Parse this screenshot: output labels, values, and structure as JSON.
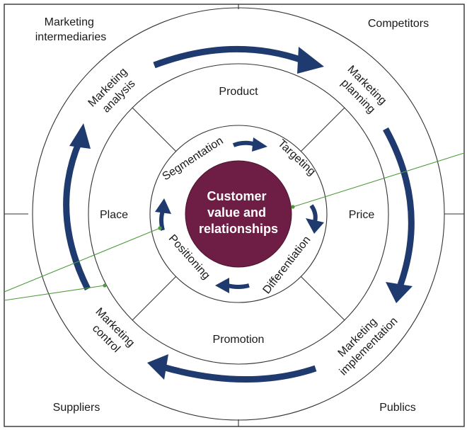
{
  "diagram": {
    "corners": {
      "top_left": [
        "Marketing",
        "intermediaries"
      ],
      "top_right": "Competitors",
      "bottom_left": "Suppliers",
      "bottom_right": "Publics"
    },
    "outer_ring": {
      "analysis": [
        "Marketing",
        "analysis"
      ],
      "planning": [
        "Marketing",
        "planning"
      ],
      "implementation": [
        "Marketing",
        "implementation"
      ],
      "control": [
        "Marketing",
        "control"
      ]
    },
    "marketing_mix": {
      "product": "Product",
      "price": "Price",
      "promotion": "Promotion",
      "place": "Place"
    },
    "inner_ring": {
      "segmentation": "Segmentation",
      "targeting": "Targeting",
      "differentiation": "Differentiation",
      "positioning": "Positioning"
    },
    "center": [
      "Customer",
      "value and",
      "relationships"
    ],
    "colors": {
      "arrow": "#1f3a6e",
      "center_fill": "#6e1e45",
      "callout_line": "#4f9a3d"
    }
  }
}
